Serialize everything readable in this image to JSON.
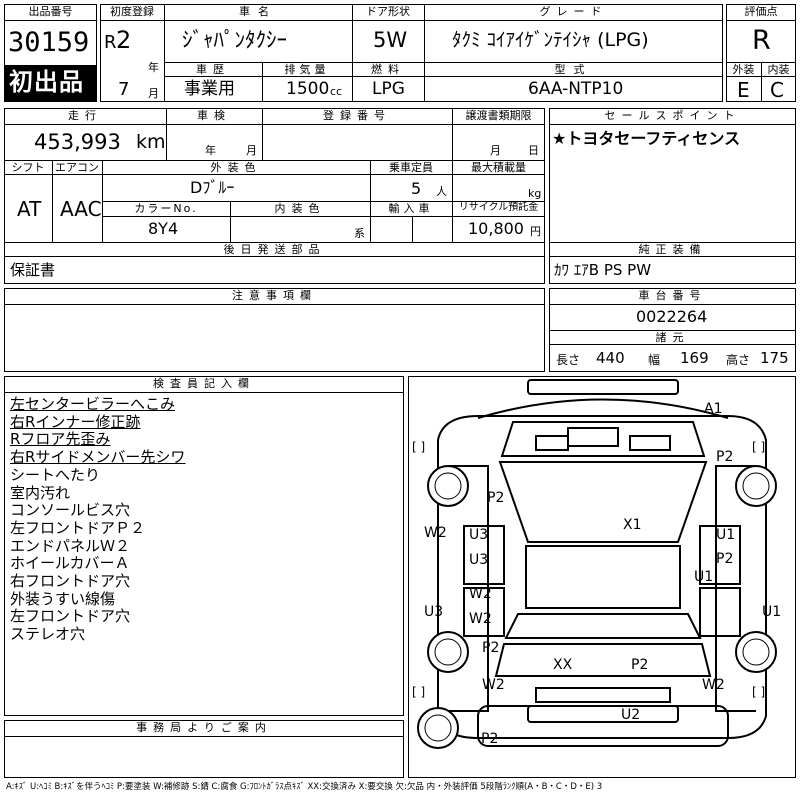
{
  "header": {
    "lot_no_label": "出品番号",
    "lot_no": "30159",
    "first_listing": "初出品",
    "reg_label": "初度登録",
    "reg_era": "R",
    "reg_year": "2",
    "year_unit": "年",
    "reg_month": "7",
    "month_unit": "月",
    "name_label": "車名",
    "name": "ｼﾞｬﾊﾟﾝﾀｸｼｰ",
    "door_label": "ドア形状",
    "door": "5W",
    "grade_label": "グレード",
    "grade": "ﾀｸﾐ ｺｲｱｲｹﾞﾝﾃｲｼｬ (LPG)",
    "score_label": "評価点",
    "score": "R",
    "history_label": "車歴",
    "history": "事業用",
    "disp_label": "排気量",
    "disp": "1500",
    "disp_unit": "cc",
    "fuel_label": "燃料",
    "fuel": "LPG",
    "model_label": "型式",
    "model": "6AA-NTP10",
    "ext_label": "外装",
    "ext": "E",
    "int_label": "内装",
    "int": "C"
  },
  "row2": {
    "mileage_label": "走行",
    "mileage": "453,993",
    "mileage_unit": "km",
    "inspect_label": "車検",
    "inspect_year_unit": "年",
    "inspect_month_unit": "月",
    "reg_no_label": "登録番号",
    "transfer_label": "譲渡書類期限",
    "transfer_month_unit": "月",
    "transfer_day_unit": "日",
    "shift_label": "シフト",
    "shift": "AT",
    "ac_label": "エアコン",
    "ac": "AAC",
    "color_label": "外装色",
    "color": "Dﾌﾞﾙｰ",
    "capacity_label": "乗車定員",
    "capacity": "5",
    "capacity_unit": "人",
    "load_label": "最大積載量",
    "load_unit": "kg",
    "color_no_label": "カラーNo.",
    "color_no": "8Y4",
    "int_color_label": "内装色",
    "int_color_unit": "系",
    "import_label": "輸入車",
    "recycle_label": "リサイクル預託金",
    "recycle": "10,800",
    "recycle_unit": "円",
    "sales_label": "セールスポイント",
    "sales": "★トヨタセーフティセンス",
    "later_label": "後日発送部品",
    "later": "保証書",
    "equip_label": "純正装備",
    "equip": "ｶﾜ ｴｱB PS PW",
    "caution_label": "注意事項欄",
    "chassis_label": "車台番号",
    "chassis": "0022264",
    "dims_label": "諸元",
    "len_label": "長さ",
    "len": "440",
    "wid_label": "幅",
    "wid": "169",
    "hei_label": "高さ",
    "hei": "175"
  },
  "inspector": {
    "label": "検査員記入欄",
    "notes": [
      "左センタービラーへこみ",
      "右Rインナー修正跡",
      "Rフロア先歪み",
      "右Rサイドメンバー先シワ",
      "シートへたり",
      "室内汚れ",
      "コンソールビス穴",
      "左フロントドアＰ２",
      "エンドパネルＷ２",
      "ホイールカバーＡ",
      "右フロントドア穴",
      "外装うすい線傷",
      "左フロントドア穴",
      "ステレオ穴"
    ]
  },
  "office": {
    "label": "事務局よりご案内"
  },
  "damage_marks": [
    "A1",
    "P2",
    "P2",
    "X1",
    "W2",
    "U3",
    "U1",
    "P2",
    "U1",
    "W2",
    "U3",
    "U3",
    "U1",
    "P2",
    "XX",
    "P2",
    "W2",
    "W2",
    "U2",
    "P2"
  ],
  "bracket": "[      ]",
  "legend": "A:ｷｽﾞ U:ﾍｺﾐ B:ｷｽﾞを伴うﾍｺﾐ P:要塗装 W:補修跡 S:錆 C:腐食 G:ﾌﾛﾝﾄｶﾞﾗｽ点ｷｽﾞ XX:交換済み X:要交換 欠:欠品 内・外装評価 5段階ﾗﾝｸ順(A・B・C・D・E) 3"
}
